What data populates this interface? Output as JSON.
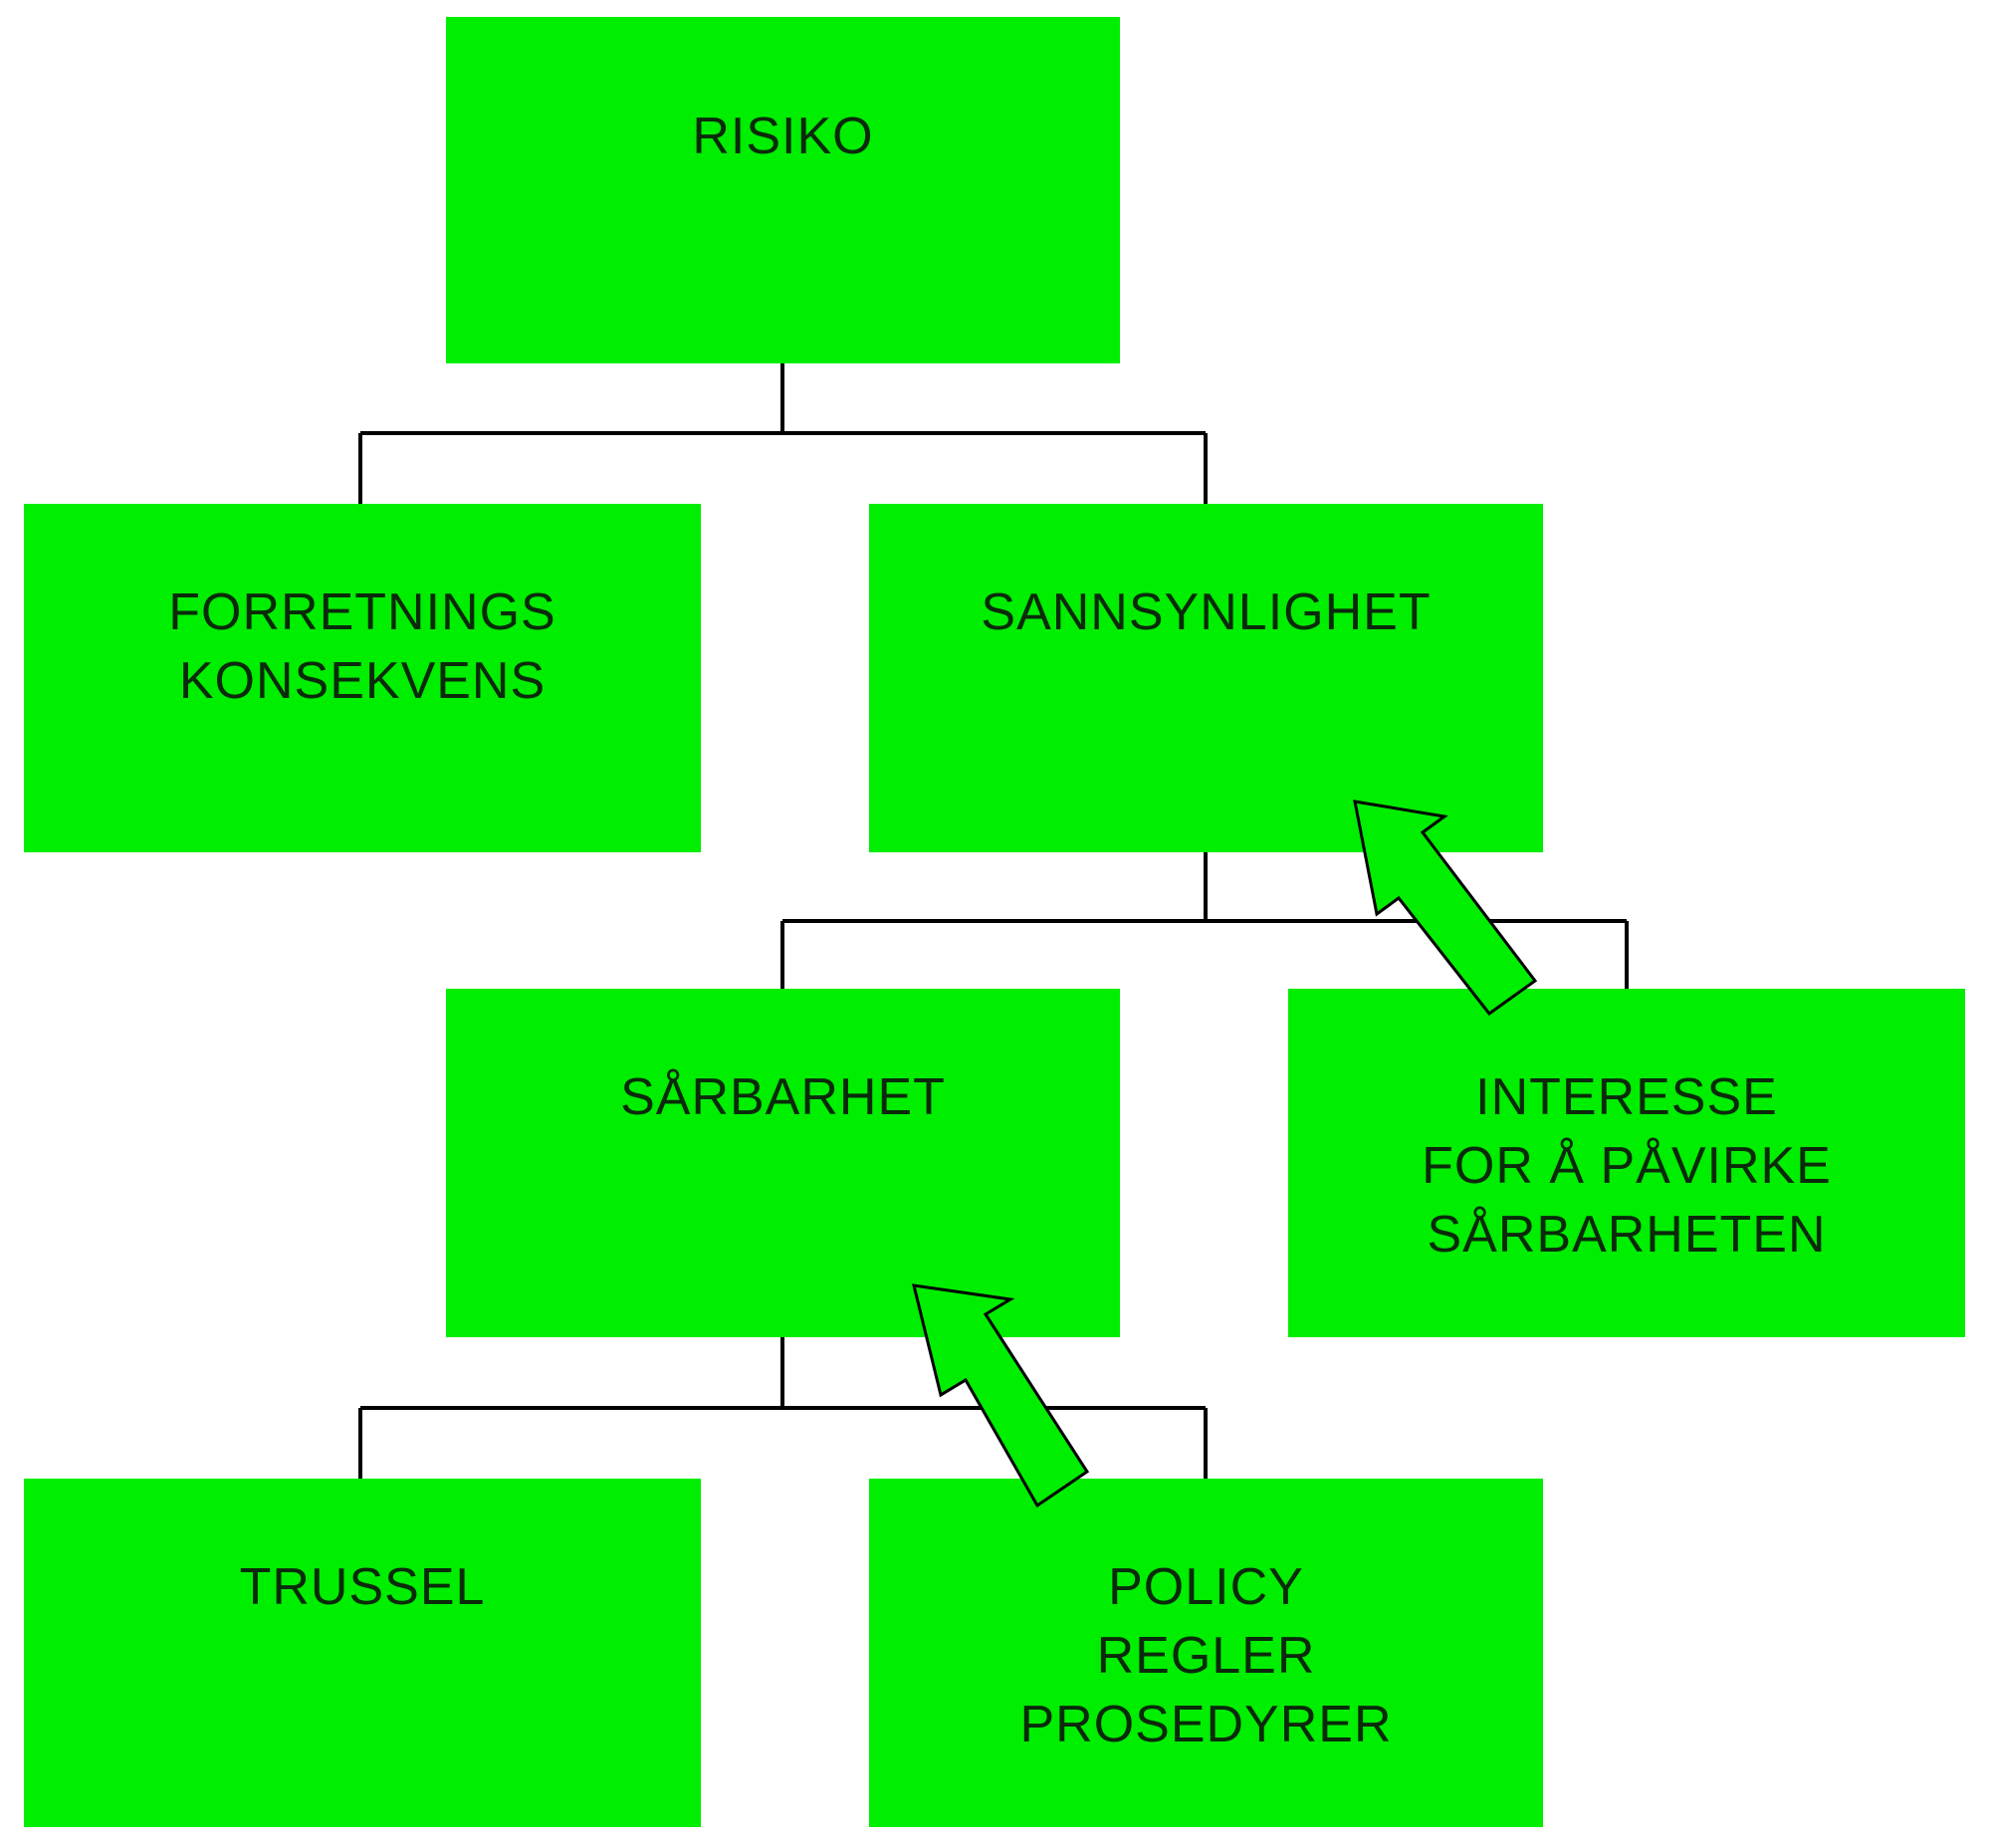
{
  "diagram": {
    "nodes": {
      "risiko": {
        "lines": [
          "RISIKO"
        ]
      },
      "forretnings": {
        "lines": [
          "FORRETNINGS",
          "KONSEKVENS"
        ]
      },
      "sannsynlighet": {
        "lines": [
          "SANNSYNLIGHET"
        ]
      },
      "sarbarhet": {
        "lines": [
          "SÅRBARHET"
        ]
      },
      "interesse": {
        "lines": [
          "INTERESSE",
          "FOR Å PÅVIRKE",
          "SÅRBARHETEN"
        ]
      },
      "trussel": {
        "lines": [
          "TRUSSEL"
        ]
      },
      "policy": {
        "lines": [
          "POLICY",
          "REGLER",
          "PROSEDYRER"
        ]
      }
    },
    "edges": [
      [
        "risiko",
        "forretnings"
      ],
      [
        "risiko",
        "sannsynlighet"
      ],
      [
        "sannsynlighet",
        "sarbarhet"
      ],
      [
        "sannsynlighet",
        "interesse"
      ],
      [
        "sarbarhet",
        "trussel"
      ],
      [
        "sarbarhet",
        "policy"
      ]
    ],
    "influence_arrows": [
      [
        "interesse",
        "sannsynlighet"
      ],
      [
        "policy",
        "sarbarhet"
      ]
    ],
    "colors": {
      "box_fill": "#00ee00",
      "arrow_fill": "#00ee00",
      "connector": "#000000",
      "text": "#0a2a0a",
      "background": "#ffffff"
    }
  }
}
